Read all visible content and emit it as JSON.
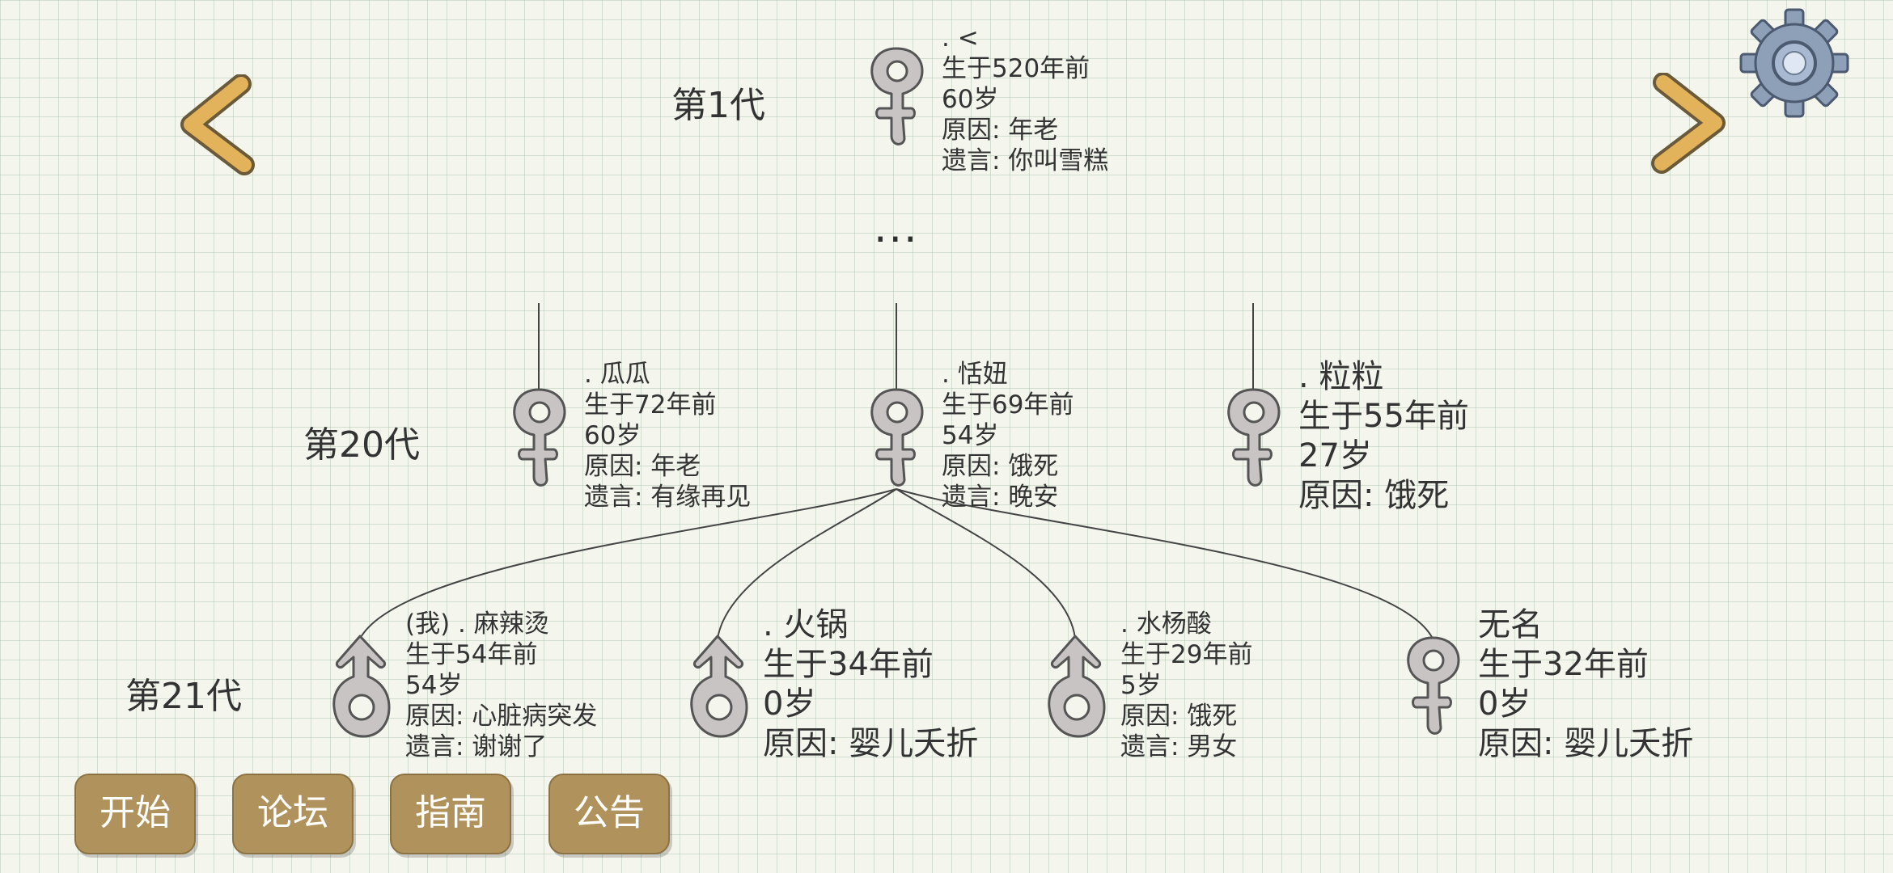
{
  "generations": [
    {
      "label": "第1代"
    },
    {
      "label": "第20代"
    },
    {
      "label": "第21代"
    }
  ],
  "ellipsis": "...",
  "people": {
    "g1_ancestor": {
      "gender": "female",
      "name": ". <",
      "born": "生于520年前",
      "age": "60岁",
      "cause": "原因:  年老",
      "last_words": "遗言:  你叫雪糕"
    },
    "g20_guagua": {
      "gender": "female",
      "name": ". 瓜瓜",
      "born": "生于72年前",
      "age": "60岁",
      "cause": "原因:  年老",
      "last_words": "遗言:  有缘再见"
    },
    "g20_tianniu": {
      "gender": "female",
      "name": ". 恬妞",
      "born": "生于69年前",
      "age": "54岁",
      "cause": "原因:  饿死",
      "last_words": "遗言:  晚安"
    },
    "g20_lili": {
      "gender": "female",
      "name": ". 粒粒",
      "born": "生于55年前",
      "age": "27岁",
      "cause": "原因:  饿死"
    },
    "g21_malatang": {
      "gender": "male",
      "name": "(我) . 麻辣烫",
      "born": "生于54年前",
      "age": "54岁",
      "cause": "原因:  心脏病突发",
      "last_words": "遗言:  谢谢了"
    },
    "g21_huoguo": {
      "gender": "male",
      "name": ". 火锅",
      "born": "生于34年前",
      "age": "0岁",
      "cause": "原因:  婴儿夭折"
    },
    "g21_shuiyangsuan": {
      "gender": "male",
      "name": ". 水杨酸",
      "born": "生于29年前",
      "age": "5岁",
      "cause": "原因:  饿死",
      "last_words": "遗言:  男女"
    },
    "g21_wuming": {
      "gender": "female",
      "name": "无名",
      "born": "生于32年前",
      "age": "0岁",
      "cause": "原因:  婴儿夭折"
    }
  },
  "icons": {
    "prev": "left-chevron-icon",
    "next": "right-chevron-icon",
    "settings": "gear-icon",
    "female": "female-symbol-icon",
    "male": "male-symbol-icon"
  },
  "menu": {
    "start": "开始",
    "forum": "论坛",
    "guide": "指南",
    "notice": "公告"
  },
  "colors": {
    "button": "#b0935c",
    "arrow": "#e2b35a",
    "symbol": "#c9c4c4",
    "background": "#f4f6ee"
  }
}
